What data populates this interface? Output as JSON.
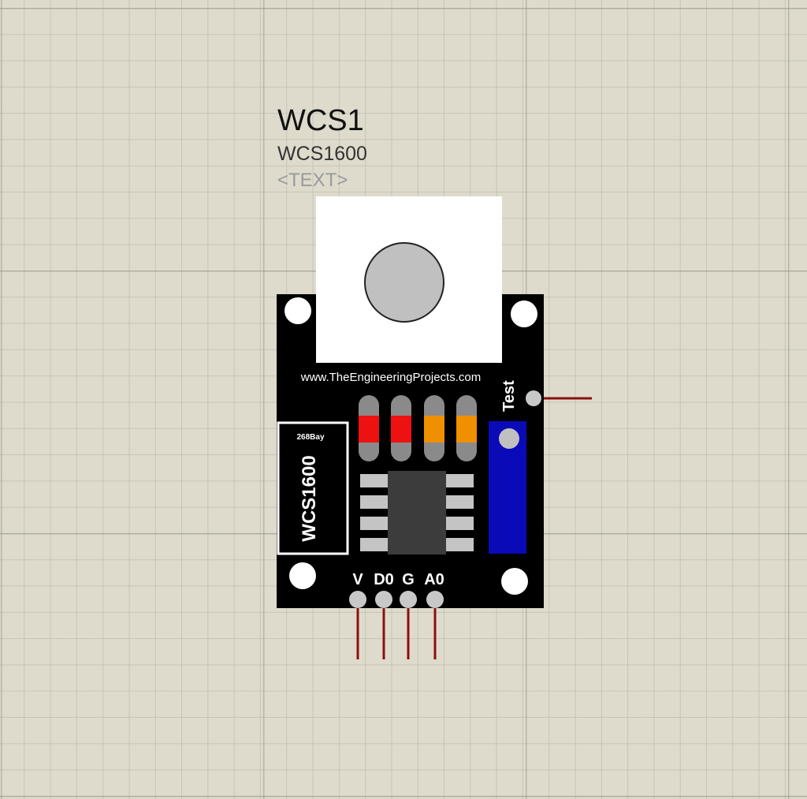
{
  "component": {
    "reference": "WCS1",
    "value": "WCS1600",
    "text_placeholder": "<TEXT>",
    "website": "www.TheEngineeringProjects.com",
    "chip_brand": "268Bay",
    "chip_model": "WCS1600",
    "test_pin_label": "Test",
    "pins": [
      "V",
      "D0",
      "G",
      "A0"
    ]
  },
  "colors": {
    "sheet_background": "#dedbcc",
    "grid_line": "#a8a89c",
    "board": "#000000",
    "wire": "#8b1010",
    "pin_pad": "#c8c8c8",
    "sensor_hole": "#c0c0c0",
    "resistor_red": "#ee1111",
    "resistor_orange": "#f09000",
    "potentiometer": "#0a0ab8",
    "ic_body": "#3c3c3c",
    "ic_lead": "#c4c4c4"
  }
}
